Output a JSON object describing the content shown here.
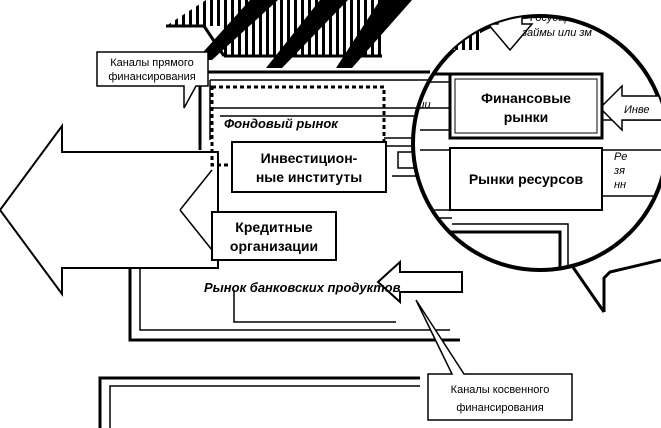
{
  "callouts": {
    "direct_line1": "Каналы прямого",
    "direct_line2": "финансирования",
    "indirect_line1": "Каналы косвенного",
    "indirect_line2": "финансирования"
  },
  "left_area": {
    "stock_market": "Фондовый рынок",
    "invest_inst_line1": "Инвестицион-",
    "invest_inst_line2": "ные институты",
    "credit_org_line1": "Кредитные",
    "credit_org_line2": "организации",
    "bank_products": "Рынок банковских продуктов"
  },
  "magnifier": {
    "financial_markets_line1": "Финансовые",
    "financial_markets_line2": "рынки",
    "resource_markets": "Рынки ресурсов",
    "gov_line1": "Государс",
    "gov_line2": "займы или зм",
    "partial_invest": "Инве",
    "partial_right1": "Ре",
    "partial_right2": "зя",
    "partial_right3": "нн",
    "partial_left": "иции"
  }
}
